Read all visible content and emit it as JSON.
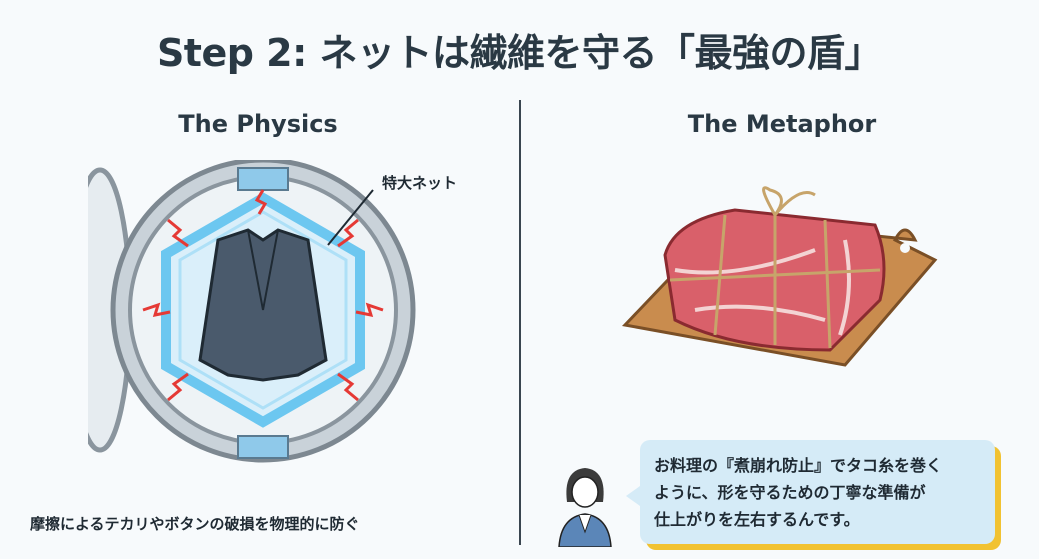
{
  "title": "Step 2: ネットは繊維を守る「最強の盾」",
  "left": {
    "heading": "The Physics",
    "net_label": "特大ネット",
    "caption": "摩擦によるテカリやボタンの破損を物理的に防ぐ"
  },
  "right": {
    "heading": "The Metaphor",
    "speech": [
      "お料理の『煮崩れ防止』でタコ糸を巻く",
      "ように、形を守るための丁寧な準備が",
      "仕上がりを左右するんです。"
    ]
  },
  "colors": {
    "bubble": "#d5ebf7",
    "bubble_shadow": "#f1c232",
    "arrow": "#e53935",
    "net": "#5ec3f0"
  }
}
